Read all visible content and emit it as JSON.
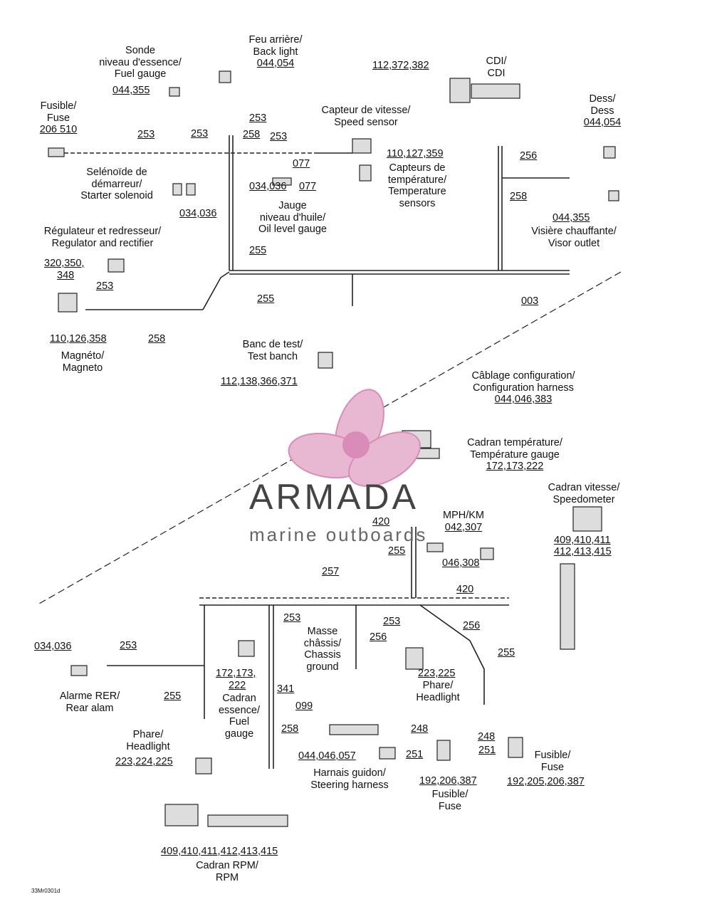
{
  "labels": {
    "sonde": {
      "lines": [
        "Sonde",
        "niveau d'essence/",
        "Fuel gauge"
      ]
    },
    "feu": {
      "lines": [
        "Feu arrière/",
        "Back light"
      ],
      "num": "044,054"
    },
    "cdi": {
      "lines": [
        "CDI/",
        "CDI"
      ]
    },
    "cdi_num": "112,372,382",
    "fusible_top": {
      "lines": [
        "Fusible/",
        "Fuse"
      ],
      "num": "206 510"
    },
    "capteur_vitesse": {
      "lines": [
        "Capteur de vitesse/",
        "Speed sensor"
      ]
    },
    "dess": {
      "lines": [
        "Dess/",
        "Dess"
      ],
      "num": "044,054"
    },
    "selenoide": {
      "lines": [
        "Selénoïde de",
        "démarreur/",
        "Starter solenoid"
      ]
    },
    "capteurs_temp": {
      "lines": [
        "Capteurs de",
        "température/",
        "Temperature",
        "sensors"
      ]
    },
    "jauge": {
      "lines": [
        "Jauge",
        "niveau d'huile/",
        "Oil level gauge"
      ]
    },
    "regulateur": {
      "lines": [
        "Régulateur et redresseur/",
        "Regulator and rectifier"
      ]
    },
    "visiere": {
      "lines": [
        "Visière chauffante/",
        "Visor outlet"
      ]
    },
    "magneto": {
      "lines": [
        "Magnéto/",
        "Magneto"
      ]
    },
    "banc": {
      "lines": [
        "Banc de test/",
        "Test banch"
      ]
    },
    "cablage": {
      "lines": [
        "Câblage configuration/",
        "Configuration harness"
      ],
      "num": "044,046,383"
    },
    "cadran_temp": {
      "lines": [
        "Cadran température/",
        "Température gauge"
      ],
      "num": "172,173,222"
    },
    "cadran_vitesse": {
      "lines": [
        "Cadran vitesse/",
        "Speedometer"
      ]
    },
    "mph": {
      "lines": [
        "MPH/KM"
      ],
      "num": "042,307"
    },
    "masse": {
      "lines": [
        "Masse",
        "châssis/",
        "Chassis",
        "ground"
      ]
    },
    "alarme": {
      "lines": [
        "Alarme RER/",
        "Rear alam"
      ]
    },
    "cadran_essence": {
      "lines": [
        "Cadran",
        "essence/",
        "Fuel",
        "gauge"
      ]
    },
    "phare_right": {
      "lines": [
        "Phare/",
        "Headlight"
      ]
    },
    "phare_left": {
      "lines": [
        "Phare/",
        "Headlight"
      ]
    },
    "harnais": {
      "lines": [
        "Harnais guidon/",
        "Steering harness"
      ]
    },
    "fusible_mid": {
      "lines": [
        "Fusible/",
        "Fuse"
      ]
    },
    "fusible_right": {
      "lines": [
        "Fusible/",
        "Fuse"
      ]
    },
    "cadran_rpm": {
      "lines": [
        "Cadran RPM/",
        "RPM"
      ]
    }
  },
  "refs": [
    "044,355",
    "253",
    "253",
    "258",
    "253",
    "253",
    "077",
    "077",
    "110,127,359",
    "256",
    "258",
    "044,355",
    "034,036",
    "255",
    "320,350,",
    "348",
    "253",
    "255",
    "003",
    "110,126,358",
    "258",
    "112,138,366,371",
    "420",
    "255",
    "046,308",
    "420",
    "257",
    "409,410,411",
    "412,413,415",
    "253",
    "256",
    "253",
    "256",
    "255",
    "034,036",
    "253",
    "172,173,",
    "222",
    "341",
    "099",
    "255",
    "258",
    "223,225",
    "248",
    "251",
    "248",
    "251",
    "192,206,387",
    "192,205,206,387",
    "044,046,057",
    "223,224,225",
    "409,410,411,412,413,415"
  ],
  "watermark": {
    "name": "ARMADA",
    "sub": "marine outboards",
    "color": "#d98cb8"
  },
  "figure_code": "33Mr0301d"
}
